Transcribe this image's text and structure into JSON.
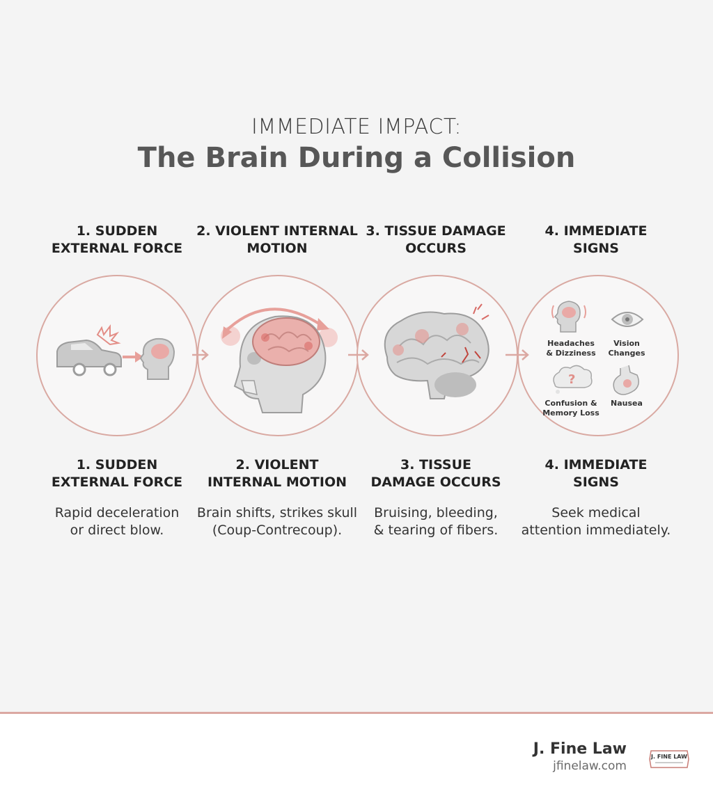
{
  "header": {
    "kicker": "IMMEDIATE IMPACT:",
    "title": "The Brain During a Collision"
  },
  "steps": [
    {
      "head": [
        "1. SUDDEN",
        "EXTERNAL FORCE"
      ],
      "caption": [
        "1. SUDDEN",
        "EXTERNAL FORCE"
      ],
      "description": [
        "Rapid deceleration",
        "or direct blow."
      ]
    },
    {
      "head": [
        "2. VIOLENT INTERNAL",
        "MOTION"
      ],
      "caption": [
        "2. VIOLENT",
        "INTERNAL MOTION"
      ],
      "description": [
        "Brain shifts, strikes skull",
        "(Coup-Contrecoup)."
      ]
    },
    {
      "head": [
        "3. TISSUE DAMAGE",
        "OCCURS"
      ],
      "caption": [
        "3. TISSUE",
        "DAMAGE OCCURS"
      ],
      "description": [
        "Bruising, bleeding,",
        "& tearing of fibers."
      ]
    },
    {
      "head": [
        "4. IMMEDIATE",
        "SIGNS"
      ],
      "caption": [
        "4. IMMEDIATE",
        "SIGNS"
      ],
      "description": [
        "Seek medical",
        "attention immediately."
      ]
    }
  ],
  "signs": [
    {
      "label": [
        "Headaches",
        "& Dizziness"
      ],
      "icon": "headache-icon"
    },
    {
      "label": [
        "Vision",
        "Changes"
      ],
      "icon": "eye-icon"
    },
    {
      "label": [
        "Confusion &",
        "Memory Loss"
      ],
      "icon": "question-cloud-icon"
    },
    {
      "label": [
        "Nausea"
      ],
      "icon": "stomach-icon"
    }
  ],
  "footer": {
    "brand_name": "J. Fine Law",
    "brand_url": "jfinelaw.com",
    "logo_text": "J. FINE LAW"
  },
  "colors": {
    "accent": "#dba8a2",
    "brain_pink": "#e9a9a6",
    "gray_icon": "#bdbdbd",
    "background": "#f4f4f4"
  }
}
